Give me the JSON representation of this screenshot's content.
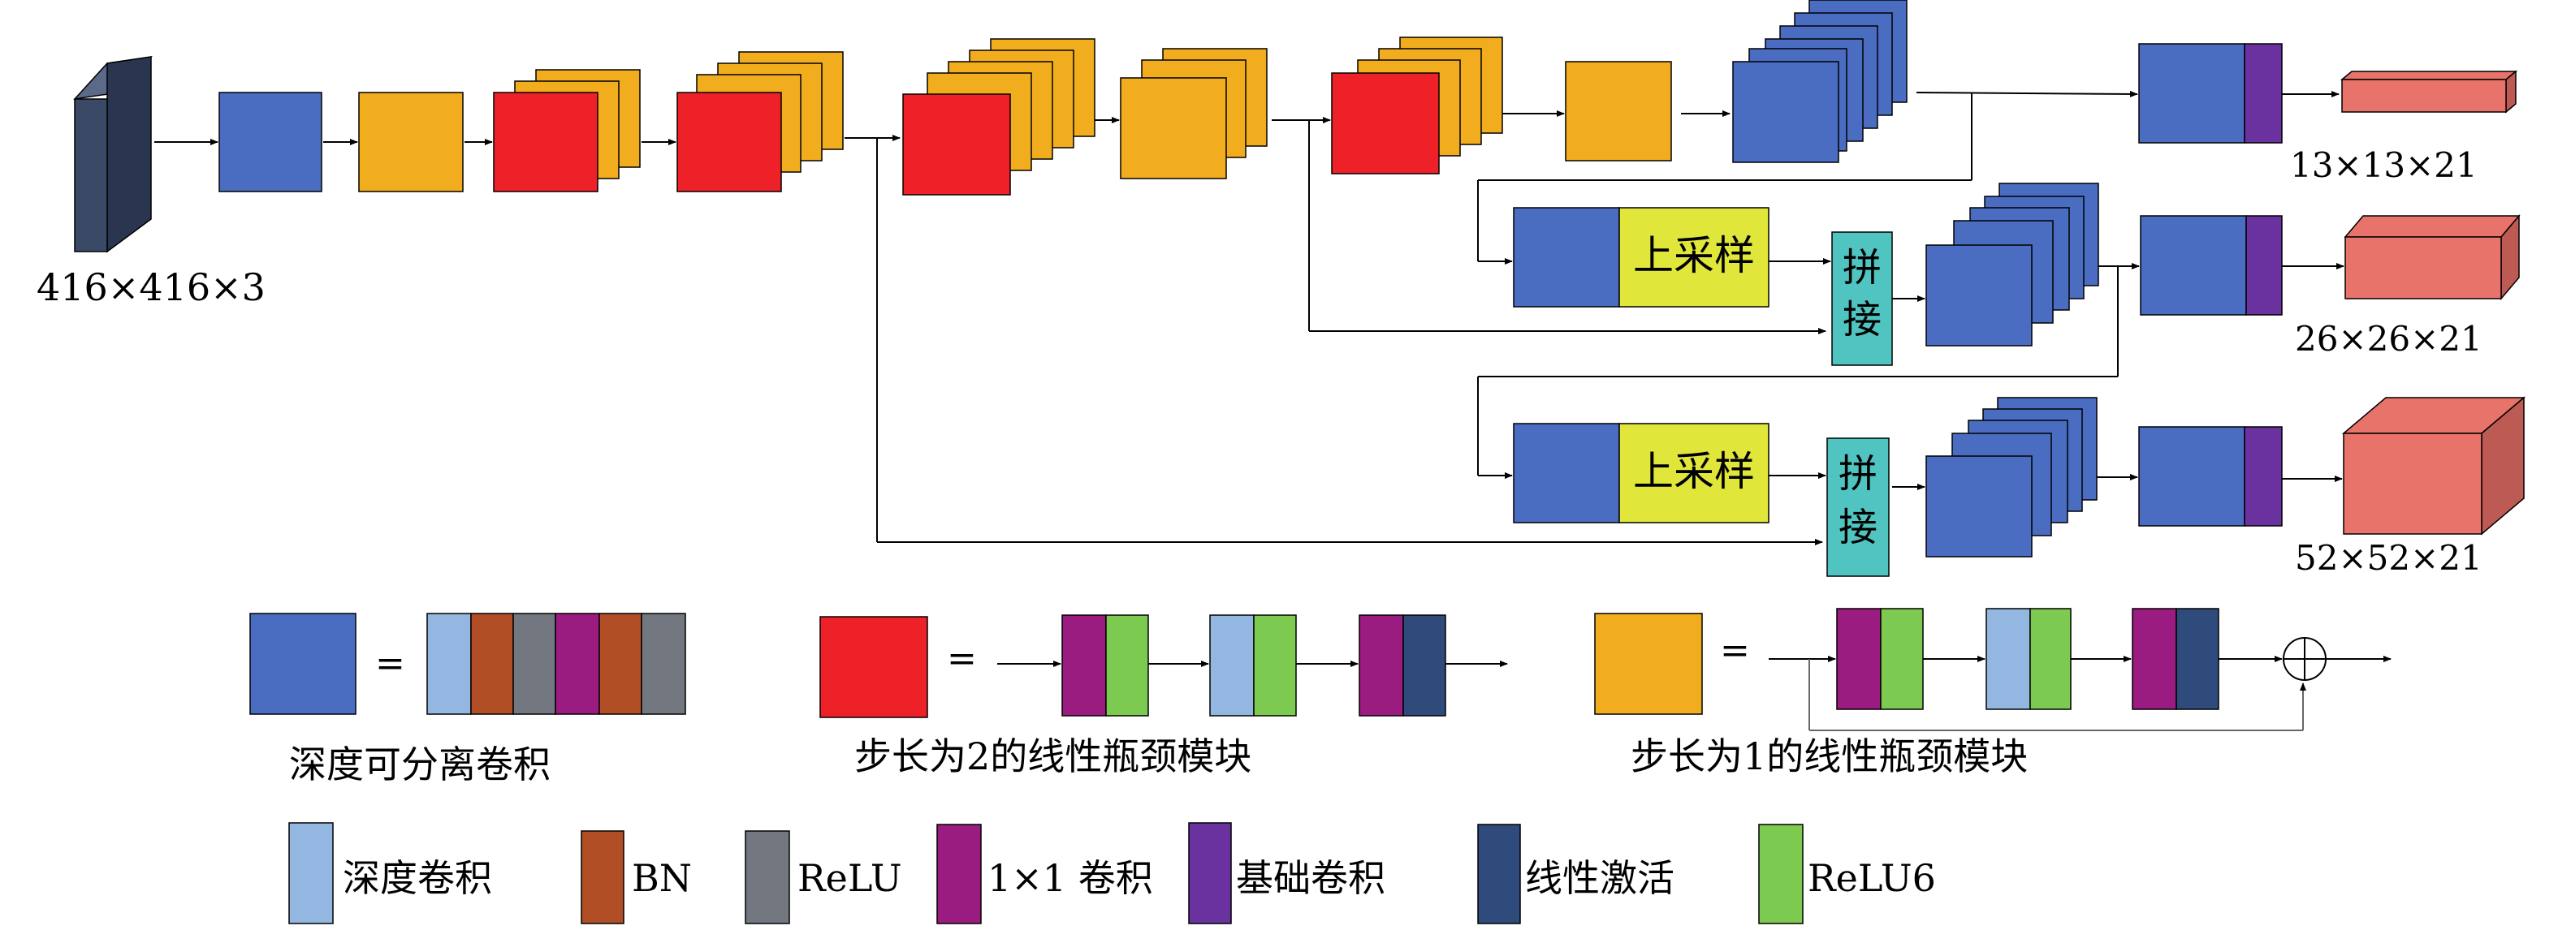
{
  "colors": {
    "input": "#3a4a66",
    "dw_sep_conv": "#4a6dc2",
    "bottleneck_s1": "#f2ad1f",
    "bottleneck_s2": "#ee2128",
    "depthwise_conv": "#93b7e0",
    "bn": "#b24e26",
    "relu": "#737780",
    "conv1x1": "#9b1c80",
    "base_conv": "#6a329e",
    "linear_act": "#2e4b7c",
    "relu6": "#7cca4f",
    "upsample": "#e0e63a",
    "concat": "#4fc4c0",
    "output": "#e8736a",
    "output_side": "#bd5a54"
  },
  "dims": {
    "input": "416×416×3",
    "out1": "13×13×21",
    "out2": "26×26×21",
    "out3": "52×52×21"
  },
  "blocks": {
    "upsample_label": "上采样",
    "concat_char1": "拼",
    "concat_char2": "接"
  },
  "legend_equations": {
    "equals": "=",
    "dw_sep_caption": "深度可分离卷积",
    "s2_caption": "步长为2的线性瓶颈模块",
    "s1_caption": "步长为1的线性瓶颈模块"
  },
  "legend_items": [
    {
      "label": "深度卷积",
      "icon": "depthwise-conv"
    },
    {
      "label": "BN",
      "icon": "bn"
    },
    {
      "label": "ReLU",
      "icon": "relu"
    },
    {
      "label": "1×1 卷积",
      "icon": "conv-1x1"
    },
    {
      "label": "基础卷积",
      "icon": "base-conv"
    },
    {
      "label": "线性激活",
      "icon": "linear-activation"
    },
    {
      "label": "ReLU6",
      "icon": "relu6"
    }
  ]
}
